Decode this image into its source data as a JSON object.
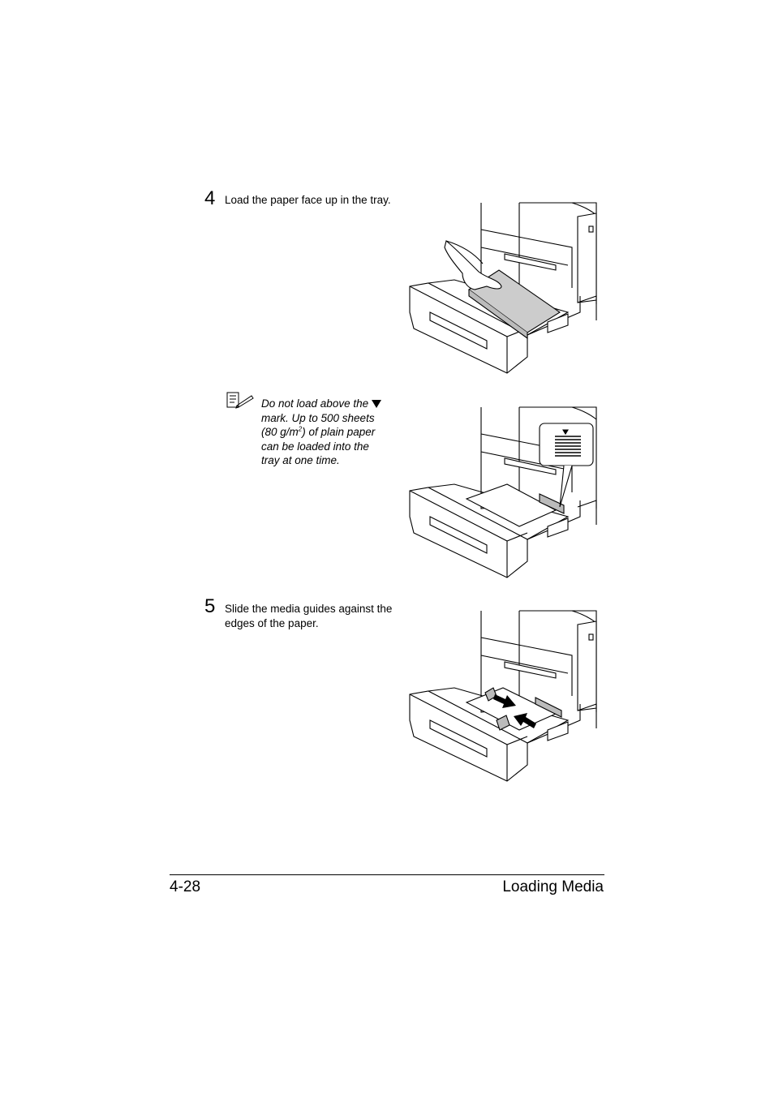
{
  "steps": [
    {
      "number": "4",
      "text": "Load the paper face up in the tray."
    },
    {
      "number": "5",
      "text": "Slide the media guides against the edges of the paper."
    }
  ],
  "note": {
    "line1": "Do not load above the",
    "line2": "mark. Up to 500 sheets",
    "line3a": "(80 g/m",
    "line3sup": "2",
    "line3b": ") of plain paper",
    "line4": "can be loaded into the",
    "line5": "tray at one time.",
    "icon": "note-pencil-icon"
  },
  "footer": {
    "page_number": "4-28",
    "section_title": "Loading Media"
  }
}
